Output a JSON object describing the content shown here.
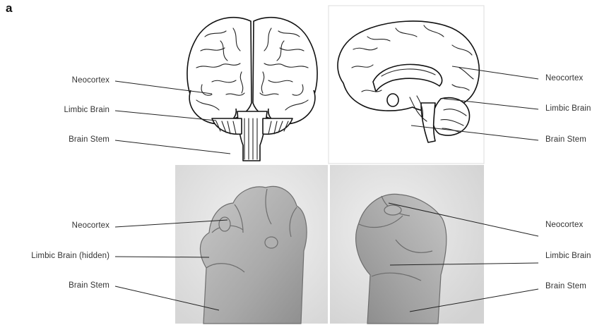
{
  "figure": {
    "panel_letter": "a",
    "top_left": {
      "labels": [
        "Neocortex",
        "Limbic Brain",
        "Brain Stem"
      ]
    },
    "top_right": {
      "labels": [
        "Neocortex",
        "Limbic Brain",
        "Brain Stem"
      ]
    },
    "bottom_left": {
      "labels": [
        "Neocortex",
        "Limbic Brain (hidden)",
        "Brain Stem"
      ]
    },
    "bottom_right": {
      "labels": [
        "Neocortex",
        "Limbic Brain",
        "Brain Stem"
      ]
    }
  }
}
